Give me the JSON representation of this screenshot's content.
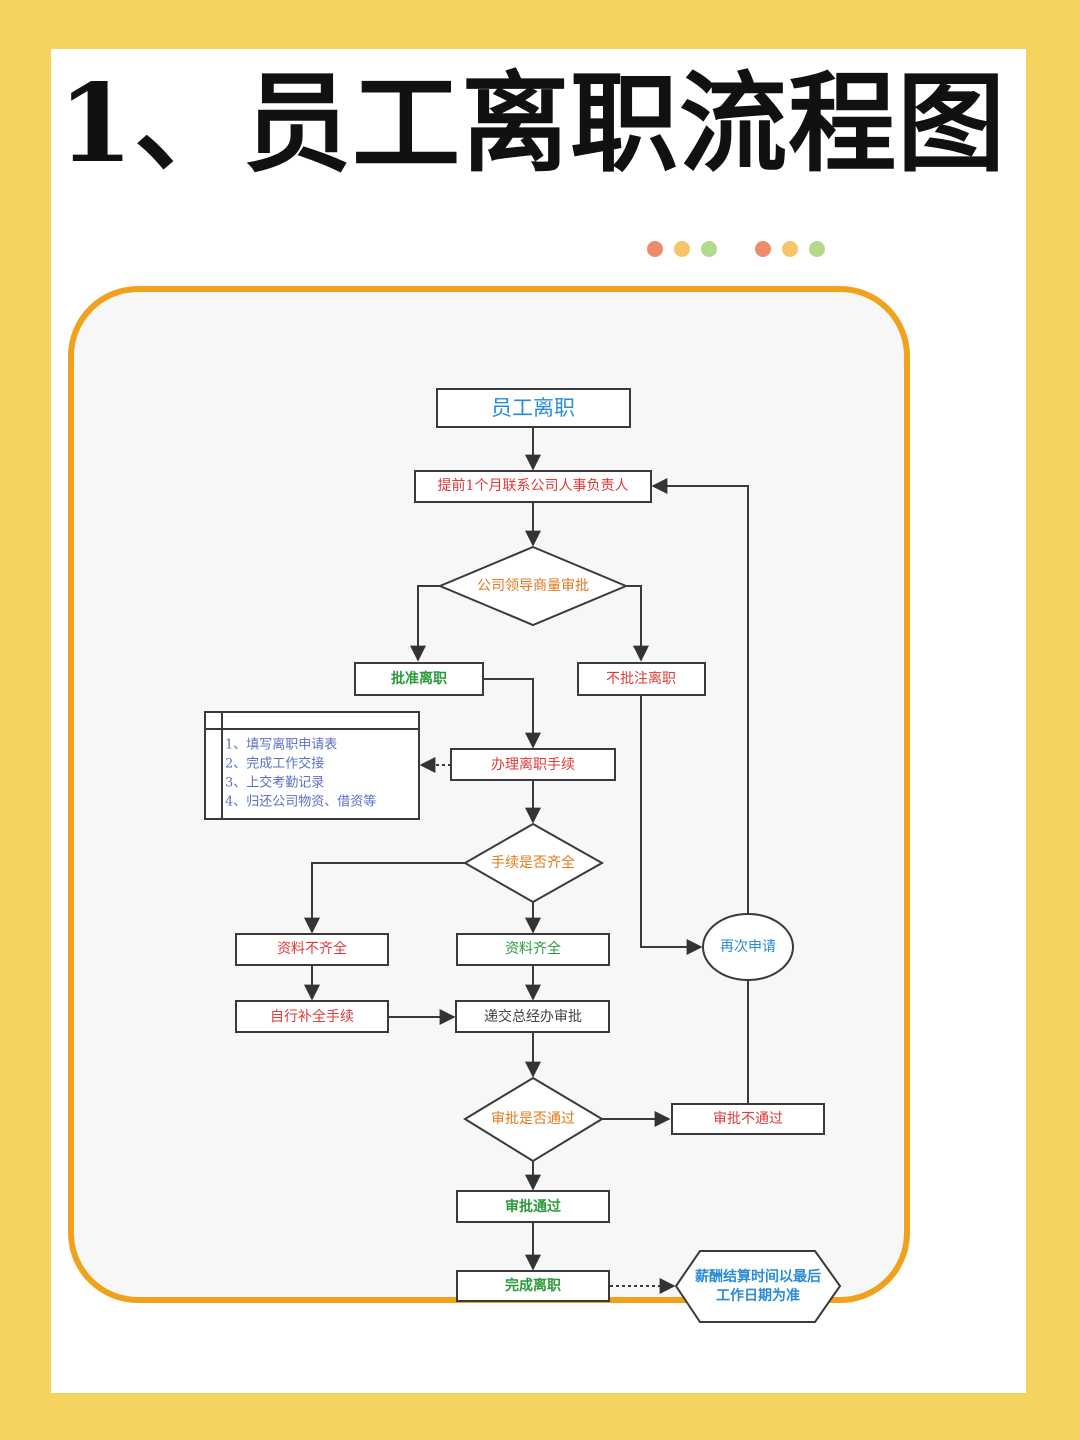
{
  "page": {
    "title": "1、员工离职流程图"
  },
  "colors": {
    "background": "#f5d35f",
    "card": "#ffffff",
    "frame_border": "#f0a21c",
    "frame_fill": "#f7f7f7",
    "dots": [
      "#f08a6c",
      "#f6c567",
      "#b5d98c",
      "#f08a6c",
      "#f6c567",
      "#b5d98c"
    ]
  },
  "flowchart": {
    "start": "员工离职",
    "contact_hr": "提前1个月联系公司人事负责人",
    "decision_leader": "公司领导商量审批",
    "approved": "批准离职",
    "not_approved": "不批注离职",
    "handle_procedures": "办理离职手续",
    "checklist": {
      "item_1": "1、填写离职申请表",
      "item_2": "2、完成工作交接",
      "item_3": "3、上交考勤记录",
      "item_4": "4、归还公司物资、借资等"
    },
    "decision_complete": "手续是否齐全",
    "docs_incomplete": "资料不齐全",
    "docs_complete": "资料齐全",
    "self_complete": "自行补全手续",
    "submit_gm": "递交总经办审批",
    "reapply": "再次申请",
    "decision_approval": "审批是否通过",
    "approval_fail": "审批不通过",
    "approval_pass": "审批通过",
    "complete_resignation": "完成离职",
    "salary_note_line1": "薪酬结算时间以最后",
    "salary_note_line2": "工作日期为准"
  }
}
